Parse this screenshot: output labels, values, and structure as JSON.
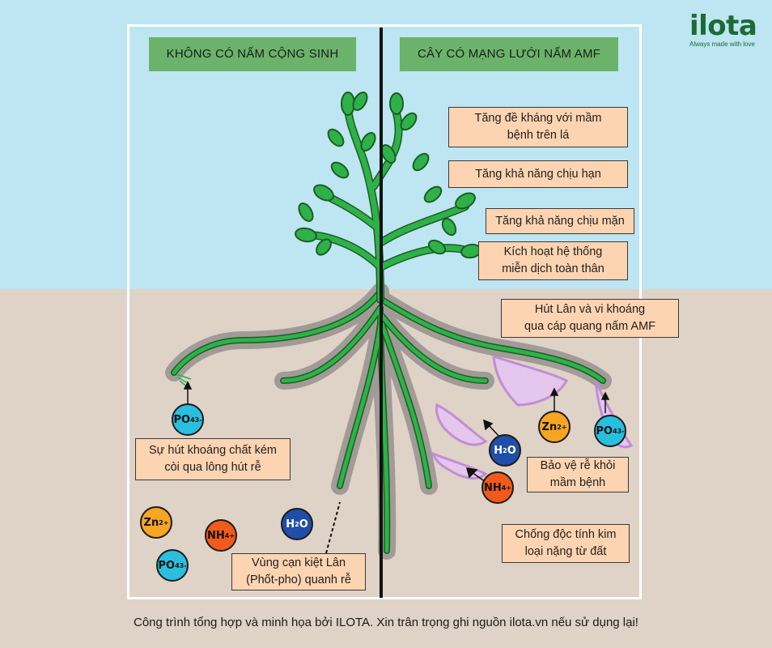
{
  "logo": {
    "name": "ilota",
    "tagline": "Always made with love"
  },
  "left_panel": {
    "header": "KHÔNG CÓ NẤM CỘNG SINH",
    "labels": {
      "absorption": "Sự hút khoáng chất kém\ncòi qua lông hút rễ",
      "depletion": "Vùng cạn kiệt Lân\n(Phốt-pho) quanh rễ"
    },
    "ions": [
      {
        "base": "PO",
        "sub": "4",
        "sup": "3-",
        "color": "#29c0e0"
      },
      {
        "base": "Zn",
        "sub": "",
        "sup": "2+",
        "color": "#f6a623"
      },
      {
        "base": "NH",
        "sub": "4",
        "sup": "+",
        "color": "#f05a1a"
      },
      {
        "base": "H",
        "sub": "2",
        "sup": "",
        "tail": "O",
        "color": "#1f4fa8"
      },
      {
        "base": "PO",
        "sub": "4",
        "sup": "3-",
        "color": "#29c0e0"
      }
    ]
  },
  "right_panel": {
    "header": "CÂY CÓ MẠNG LƯỚI NẤM AMF",
    "labels": {
      "disease_resistance": "Tăng đề kháng với mầm\nbệnh trên lá",
      "drought": "Tăng khả năng chịu hạn",
      "salinity": "Tăng khả năng chịu mặn",
      "immunity": "Kích hoạt hệ thống\nmiễn dịch toàn thân",
      "phosphorus": "Hút Lân và vi khoáng\nqua cáp quang nấm AMF",
      "root_protection": "Bảo vệ rễ khỏi\nmầm bệnh",
      "heavy_metal": "Chống độc tính kim\nloại nặng từ đất"
    },
    "ions": [
      {
        "base": "Zn",
        "sub": "",
        "sup": "2+",
        "color": "#f6a623"
      },
      {
        "base": "PO",
        "sub": "4",
        "sup": "3-",
        "color": "#29c0e0"
      },
      {
        "base": "H",
        "sub": "2",
        "sup": "",
        "tail": "O",
        "color": "#1f4fa8"
      },
      {
        "base": "NH",
        "sub": "4",
        "sup": "+",
        "color": "#f05a1a"
      }
    ]
  },
  "footer": "Công trình tổng hợp và minh họa bởi ILOTA. Xin trân trọng ghi nguồn ilota.vn nếu sử dụng lại!"
}
